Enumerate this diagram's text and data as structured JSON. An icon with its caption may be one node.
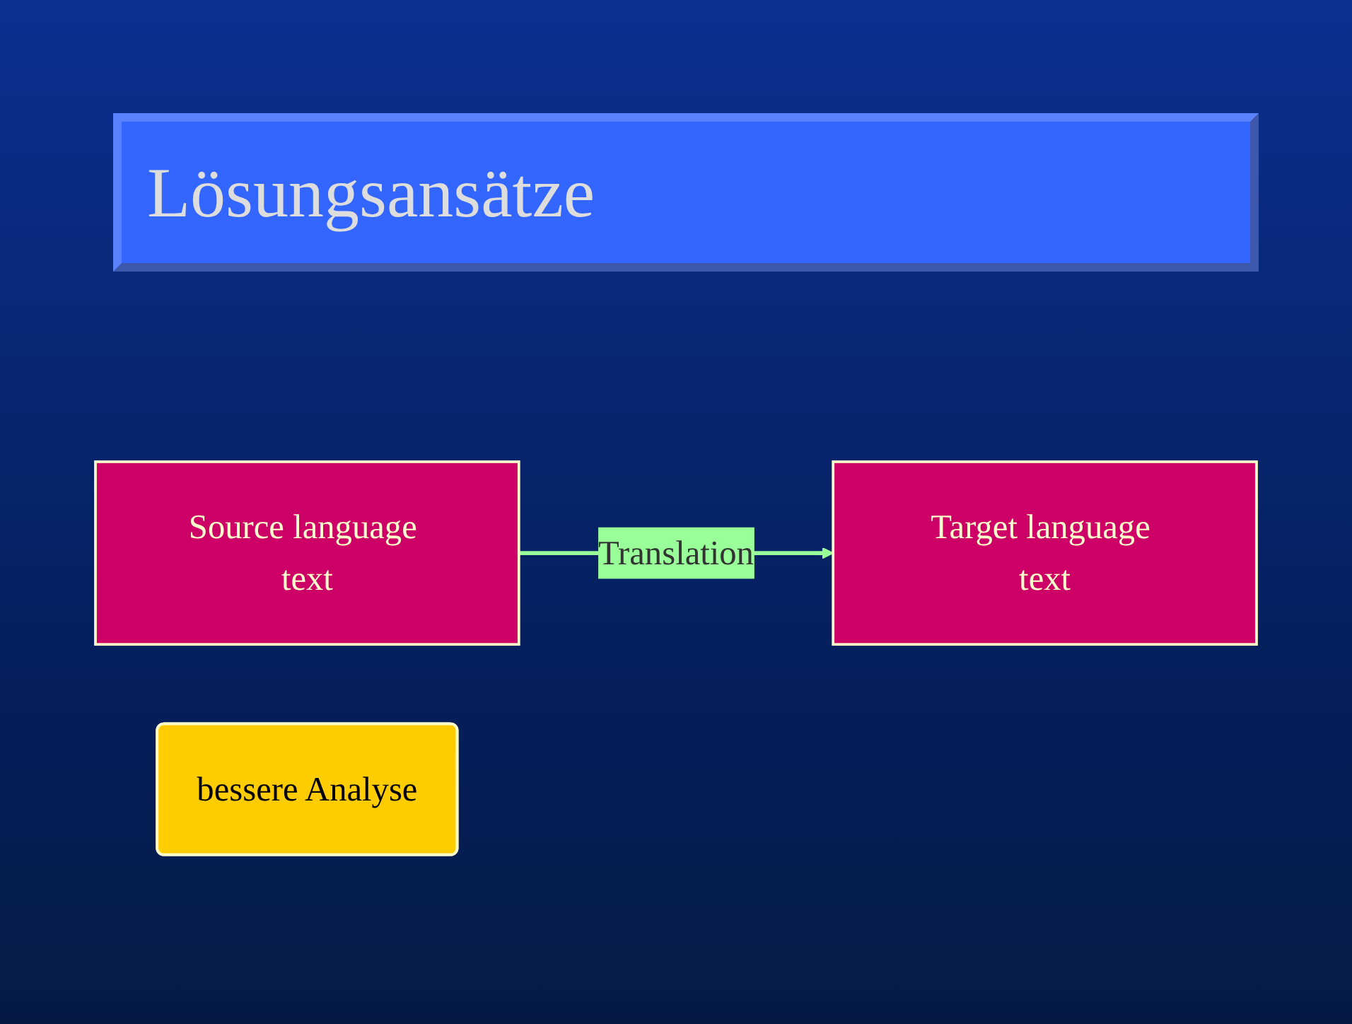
{
  "diagram": {
    "title": "Lösungsansätze",
    "nodes": [
      {
        "text": [
          "Source language text"
        ]
      },
      {
        "text": [
          "Target language text"
        ]
      },
      {
        "text": [
          "bessere Analyse"
        ]
      }
    ],
    "edges": [
      {
        "from": 0,
        "to": 1,
        "arrow": "to",
        "label": "Translation"
      }
    ]
  }
}
